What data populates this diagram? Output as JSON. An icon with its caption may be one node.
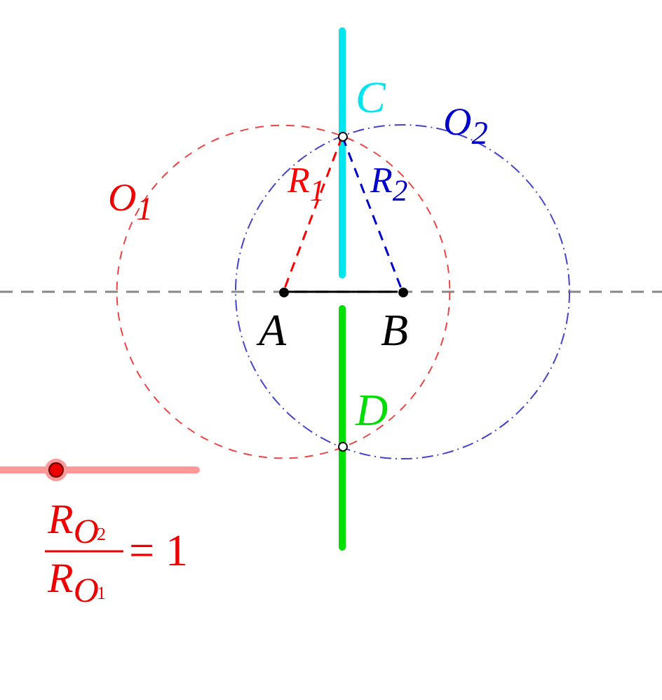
{
  "diagram": {
    "nodes": [
      {
        "text": [
          "A"
        ]
      },
      {
        "text": [
          "B"
        ]
      },
      {
        "text": [
          "C"
        ]
      },
      {
        "text": [
          "D"
        ]
      }
    ],
    "edges": [
      {
        "from": 0,
        "to": 2,
        "arrow": "none",
        "label": "R$_{1}$",
        "style": "dashed",
        "color": "#ff0000"
      },
      {
        "from": 1,
        "to": 2,
        "arrow": "none",
        "label": "R$_{2}$",
        "style": "dashed",
        "color": "#0000cc"
      },
      {
        "from": 0,
        "to": 1,
        "arrow": "none",
        "color": "#000000"
      }
    ],
    "labels": [
      "O$_{1}$",
      "O$_{2}$",
      "R$_{O}$",
      "2",
      "R$_{O}$",
      "1",
      "= 1"
    ]
  }
}
